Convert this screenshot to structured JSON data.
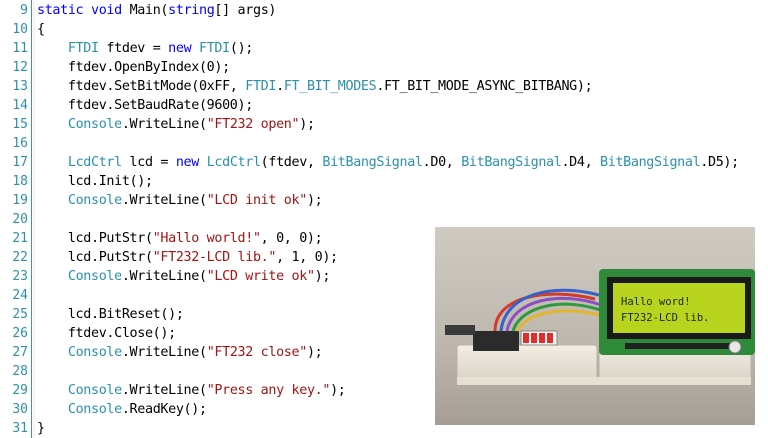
{
  "editor": {
    "line_number_color": "#2b91af",
    "keyword_color": "#0000ff",
    "type_color": "#2b91af",
    "string_color": "#a31515",
    "lines": [
      {
        "num": "9",
        "tokens": [
          {
            "t": "static",
            "c": "kw"
          },
          {
            "t": " ",
            "c": "pl"
          },
          {
            "t": "void",
            "c": "kw"
          },
          {
            "t": " Main(",
            "c": "pl"
          },
          {
            "t": "string",
            "c": "kw"
          },
          {
            "t": "[] args)",
            "c": "pl"
          }
        ]
      },
      {
        "num": "10",
        "tokens": [
          {
            "t": "{",
            "c": "pl"
          }
        ]
      },
      {
        "num": "11",
        "tokens": [
          {
            "t": "    ",
            "c": "pl"
          },
          {
            "t": "FTDI",
            "c": "ty"
          },
          {
            "t": " ftdev = ",
            "c": "pl"
          },
          {
            "t": "new",
            "c": "kw"
          },
          {
            "t": " ",
            "c": "pl"
          },
          {
            "t": "FTDI",
            "c": "ty"
          },
          {
            "t": "();",
            "c": "pl"
          }
        ]
      },
      {
        "num": "12",
        "tokens": [
          {
            "t": "    ftdev.OpenByIndex(0);",
            "c": "pl"
          }
        ]
      },
      {
        "num": "13",
        "tokens": [
          {
            "t": "    ftdev.SetBitMode(0xFF, ",
            "c": "pl"
          },
          {
            "t": "FTDI",
            "c": "ty"
          },
          {
            "t": ".",
            "c": "pl"
          },
          {
            "t": "FT_BIT_MODES",
            "c": "ty"
          },
          {
            "t": ".FT_BIT_MODE_ASYNC_BITBANG);",
            "c": "pl"
          }
        ]
      },
      {
        "num": "14",
        "tokens": [
          {
            "t": "    ftdev.SetBaudRate(9600);",
            "c": "pl"
          }
        ]
      },
      {
        "num": "15",
        "tokens": [
          {
            "t": "    ",
            "c": "pl"
          },
          {
            "t": "Console",
            "c": "ty"
          },
          {
            "t": ".WriteLine(",
            "c": "pl"
          },
          {
            "t": "\"FT232 open\"",
            "c": "st"
          },
          {
            "t": ");",
            "c": "pl"
          }
        ]
      },
      {
        "num": "16",
        "tokens": []
      },
      {
        "num": "17",
        "tokens": [
          {
            "t": "    ",
            "c": "pl"
          },
          {
            "t": "LcdCtrl",
            "c": "ty"
          },
          {
            "t": " lcd = ",
            "c": "pl"
          },
          {
            "t": "new",
            "c": "kw"
          },
          {
            "t": " ",
            "c": "pl"
          },
          {
            "t": "LcdCtrl",
            "c": "ty"
          },
          {
            "t": "(ftdev, ",
            "c": "pl"
          },
          {
            "t": "BitBangSignal",
            "c": "ty"
          },
          {
            "t": ".D0, ",
            "c": "pl"
          },
          {
            "t": "BitBangSignal",
            "c": "ty"
          },
          {
            "t": ".D4, ",
            "c": "pl"
          },
          {
            "t": "BitBangSignal",
            "c": "ty"
          },
          {
            "t": ".D5);",
            "c": "pl"
          }
        ]
      },
      {
        "num": "18",
        "tokens": [
          {
            "t": "    lcd.Init();",
            "c": "pl"
          }
        ]
      },
      {
        "num": "19",
        "tokens": [
          {
            "t": "    ",
            "c": "pl"
          },
          {
            "t": "Console",
            "c": "ty"
          },
          {
            "t": ".WriteLine(",
            "c": "pl"
          },
          {
            "t": "\"LCD init ok\"",
            "c": "st"
          },
          {
            "t": ");",
            "c": "pl"
          }
        ]
      },
      {
        "num": "20",
        "tokens": []
      },
      {
        "num": "21",
        "tokens": [
          {
            "t": "    lcd.PutStr(",
            "c": "pl"
          },
          {
            "t": "\"Hallo world!\"",
            "c": "st"
          },
          {
            "t": ", 0, 0);",
            "c": "pl"
          }
        ]
      },
      {
        "num": "22",
        "tokens": [
          {
            "t": "    lcd.PutStr(",
            "c": "pl"
          },
          {
            "t": "\"FT232-LCD lib.\"",
            "c": "st"
          },
          {
            "t": ", 1, 0);",
            "c": "pl"
          }
        ]
      },
      {
        "num": "23",
        "tokens": [
          {
            "t": "    ",
            "c": "pl"
          },
          {
            "t": "Console",
            "c": "ty"
          },
          {
            "t": ".WriteLine(",
            "c": "pl"
          },
          {
            "t": "\"LCD write ok\"",
            "c": "st"
          },
          {
            "t": ");",
            "c": "pl"
          }
        ]
      },
      {
        "num": "24",
        "tokens": []
      },
      {
        "num": "25",
        "tokens": [
          {
            "t": "    lcd.BitReset();",
            "c": "pl"
          }
        ]
      },
      {
        "num": "26",
        "tokens": [
          {
            "t": "    ftdev.Close();",
            "c": "pl"
          }
        ]
      },
      {
        "num": "27",
        "tokens": [
          {
            "t": "    ",
            "c": "pl"
          },
          {
            "t": "Console",
            "c": "ty"
          },
          {
            "t": ".WriteLine(",
            "c": "pl"
          },
          {
            "t": "\"FT232 close\"",
            "c": "st"
          },
          {
            "t": ");",
            "c": "pl"
          }
        ]
      },
      {
        "num": "28",
        "tokens": []
      },
      {
        "num": "29",
        "tokens": [
          {
            "t": "    ",
            "c": "pl"
          },
          {
            "t": "Console",
            "c": "ty"
          },
          {
            "t": ".WriteLine(",
            "c": "pl"
          },
          {
            "t": "\"Press any key.\"",
            "c": "st"
          },
          {
            "t": ");",
            "c": "pl"
          }
        ]
      },
      {
        "num": "30",
        "tokens": [
          {
            "t": "    ",
            "c": "pl"
          },
          {
            "t": "Console",
            "c": "ty"
          },
          {
            "t": ".ReadKey();",
            "c": "pl"
          }
        ]
      },
      {
        "num": "31",
        "tokens": [
          {
            "t": "}",
            "c": "pl"
          }
        ]
      }
    ]
  },
  "photo": {
    "lcd_line_1": "Hallo word!",
    "lcd_line_2": "FT232-LCD lib.",
    "lcd_backlight_color": "#b8d41e"
  }
}
